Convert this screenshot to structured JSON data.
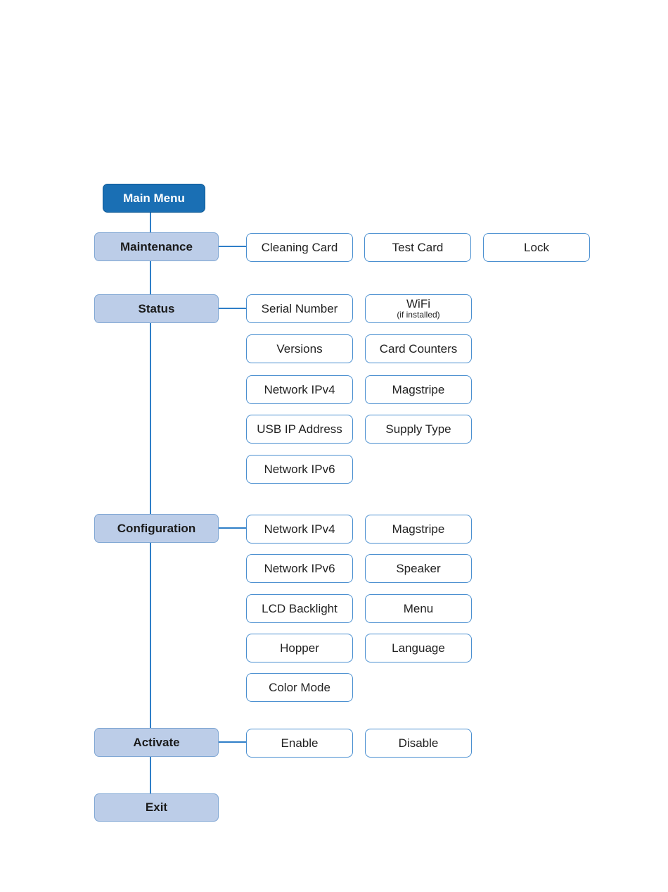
{
  "main_menu": "Main Menu",
  "categories": {
    "maintenance": {
      "label": "Maintenance",
      "items": [
        "Cleaning Card",
        "Test Card",
        "Lock"
      ]
    },
    "status": {
      "label": "Status",
      "items": [
        "Serial Number",
        "Versions",
        "Card Counters",
        "Network IPv4",
        "Magstripe",
        "USB IP Address",
        "Supply Type",
        "Network IPv6"
      ],
      "wifi": {
        "label": "WiFi",
        "note": "(if installed)"
      }
    },
    "configuration": {
      "label": "Configuration",
      "items": [
        "Network IPv4",
        "Magstripe",
        "Network IPv6",
        "Speaker",
        "LCD Backlight",
        "Menu",
        "Hopper",
        "Language",
        "Color Mode"
      ]
    },
    "activate": {
      "label": "Activate",
      "items": [
        "Enable",
        "Disable"
      ]
    },
    "exit": {
      "label": "Exit"
    }
  },
  "colors": {
    "main_fill": "#1a6fb4",
    "category_fill": "#bccde8",
    "item_border": "#4a8fd0",
    "connector": "#2f7fc8"
  }
}
